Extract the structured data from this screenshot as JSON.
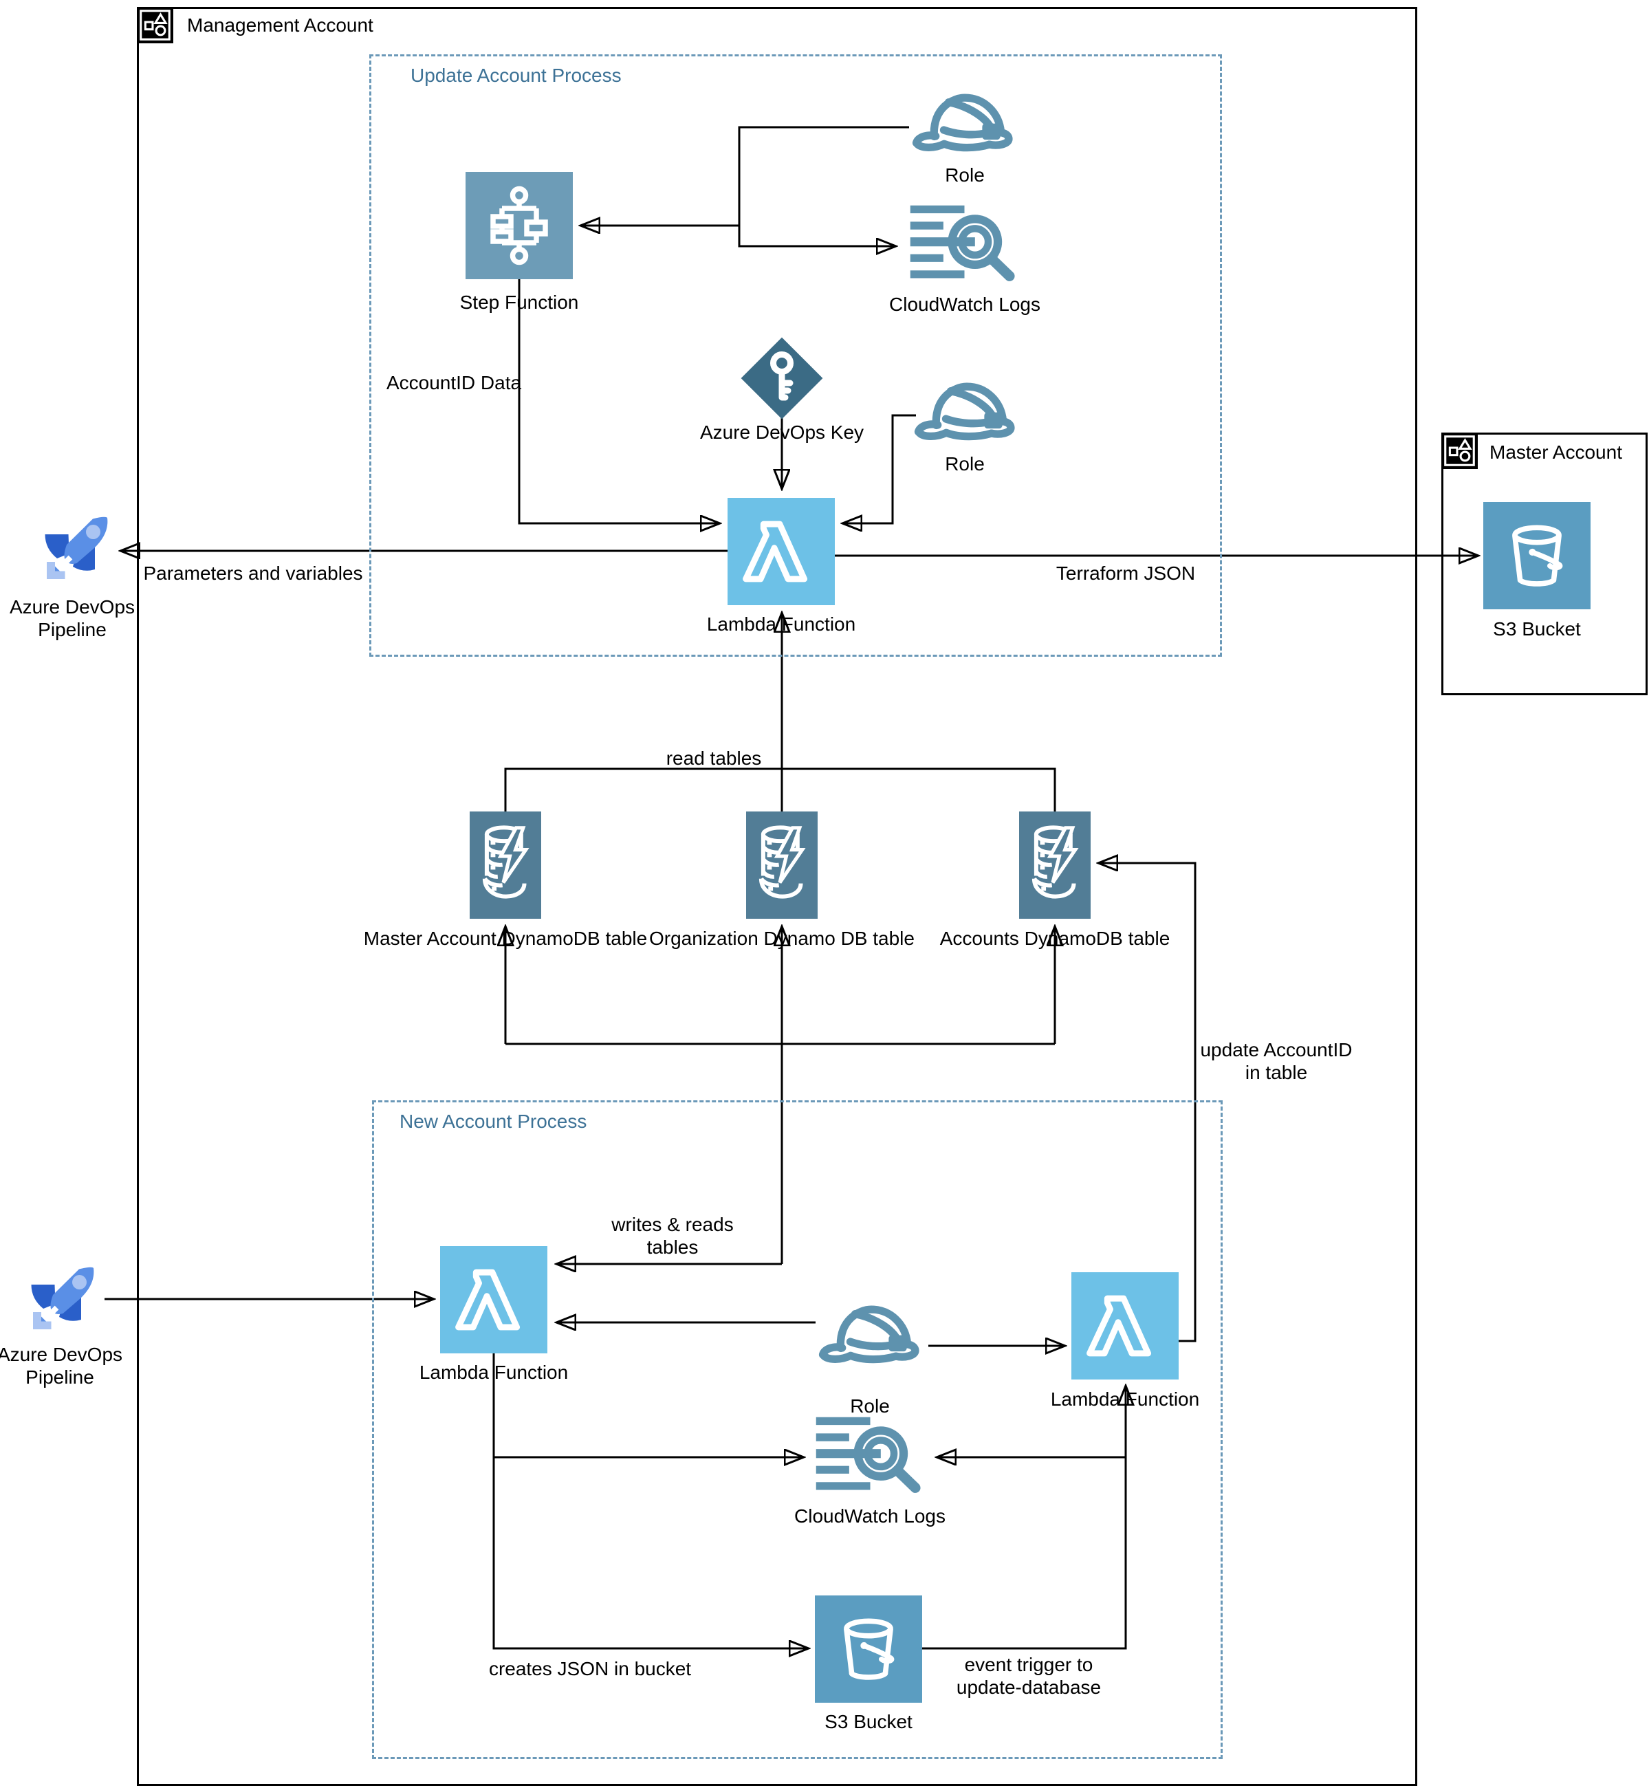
{
  "containers": {
    "management": {
      "title": "Management Account"
    },
    "master": {
      "title": "Master Account"
    },
    "update_process": {
      "title": "Update Account Process"
    },
    "new_process": {
      "title": "New Account Process"
    }
  },
  "nodes": {
    "step_function": {
      "label": "Step Function"
    },
    "role_update_top": {
      "label": "Role"
    },
    "cloudwatch_update": {
      "label": "CloudWatch Logs"
    },
    "azure_devops_key": {
      "label": "Azure DevOps Key"
    },
    "role_update_lambda": {
      "label": "Role"
    },
    "lambda_update": {
      "label": "Lambda Function"
    },
    "s3_master": {
      "label": "S3 Bucket"
    },
    "pipeline_update": {
      "lines": [
        "Azure DevOps",
        "Pipeline"
      ]
    },
    "ddb_master": {
      "label": "Master Account DynamoDB table"
    },
    "ddb_org": {
      "label": "Organization Dynamo DB table"
    },
    "ddb_accounts": {
      "label": "Accounts DynamoDB table"
    },
    "lambda_create": {
      "label": "Lambda Function"
    },
    "role_new": {
      "label": "Role"
    },
    "lambda_updatedb": {
      "label": "Lambda Function"
    },
    "cloudwatch_new": {
      "label": "CloudWatch Logs"
    },
    "s3_new": {
      "label": "S3 Bucket"
    },
    "pipeline_new": {
      "lines": [
        "Azure DevOps",
        "Pipeline"
      ]
    }
  },
  "edges": {
    "account_id_data": {
      "label": "AccountID Data"
    },
    "parameters": {
      "label": "Parameters and variables"
    },
    "terraform": {
      "label": "Terraform JSON"
    },
    "read_tables": {
      "label": "read tables"
    },
    "update_account_id": {
      "lines": [
        "update AccountID",
        "in table"
      ]
    },
    "writes_reads": {
      "lines": [
        "writes & reads",
        "tables"
      ]
    },
    "creates_json": {
      "label": "creates JSON in bucket"
    },
    "event_trigger": {
      "lines": [
        "event trigger to",
        "update-database"
      ]
    }
  },
  "colors": {
    "lambda": "#6dc1e7",
    "step": "#6d9cb7",
    "dynamodb": "#527d96",
    "s3": "#5b9dc1",
    "key_diamond": "#3b6b85",
    "icon_outline": "#5e92ae",
    "process_title": "#3d7296",
    "process_border": "#6b99b8",
    "line": "#000000",
    "azure_dark": "#2a5fc9",
    "azure_mid": "#5a8fe6",
    "azure_pale": "#aac4f2"
  }
}
